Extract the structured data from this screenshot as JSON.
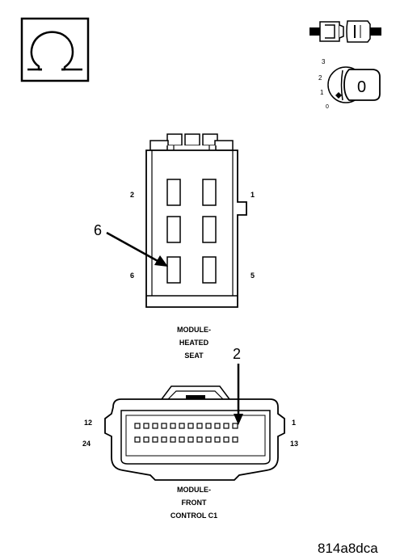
{
  "legend": {
    "ohm_symbol": "Ω",
    "ohm_icon": "ohmmeter-symbol-icon",
    "connector_icon": "disconnect-connector-icon",
    "ignition_icon": "ignition-key-off-icon",
    "ignition_positions": [
      "3",
      "2",
      "1",
      "0"
    ],
    "ignition_key_position": "0"
  },
  "heated_seat_connector": {
    "caption": [
      "MODULE-",
      "HEATED",
      "SEAT"
    ],
    "pin_labels": {
      "top_left": "2",
      "top_right": "1",
      "bottom_left": "6",
      "bottom_right": "5"
    },
    "callout": "6"
  },
  "front_control_connector": {
    "caption": [
      "MODULE-",
      "FRONT",
      "CONTROL C1"
    ],
    "pin_labels": {
      "top_left": "12",
      "top_right": "1",
      "bottom_left": "24",
      "bottom_right": "13"
    },
    "callout": "2",
    "rows": 2,
    "pins_per_row": 12
  },
  "figure_id": "814a8dca"
}
